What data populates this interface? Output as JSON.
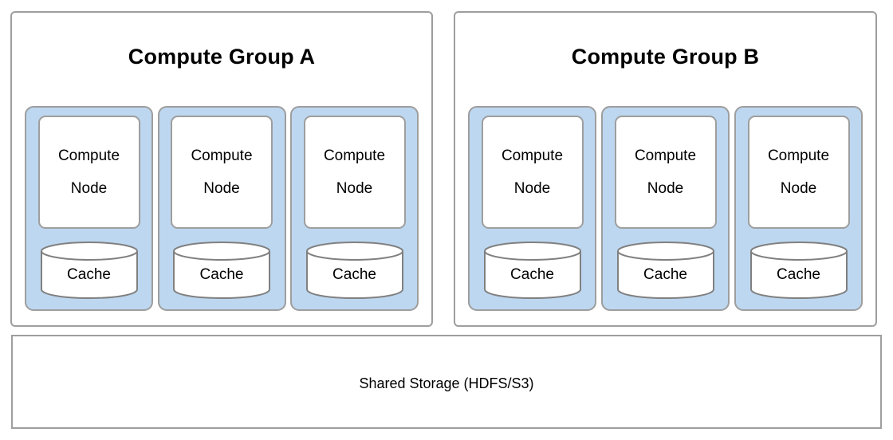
{
  "diagram": {
    "title_a": "Compute Group A",
    "title_b": "Compute Group B",
    "colors": {
      "node_fill": "#bdd7f0",
      "stroke": "#9e9e9e",
      "box_fill": "#ffffff",
      "text": "#000000"
    },
    "groups": [
      {
        "id": "group-a",
        "label": "Compute Group A",
        "nodes": [
          {
            "line1": "Compute",
            "line2": "Node",
            "cache": "Cache"
          },
          {
            "line1": "Compute",
            "line2": "Node",
            "cache": "Cache"
          },
          {
            "line1": "Compute",
            "line2": "Node",
            "cache": "Cache"
          }
        ]
      },
      {
        "id": "group-b",
        "label": "Compute Group B",
        "nodes": [
          {
            "line1": "Compute",
            "line2": "Node",
            "cache": "Cache"
          },
          {
            "line1": "Compute",
            "line2": "Node",
            "cache": "Cache"
          },
          {
            "line1": "Compute",
            "line2": "Node",
            "cache": "Cache"
          }
        ]
      }
    ],
    "storage": {
      "label": "Shared Storage (HDFS/S3)"
    }
  }
}
